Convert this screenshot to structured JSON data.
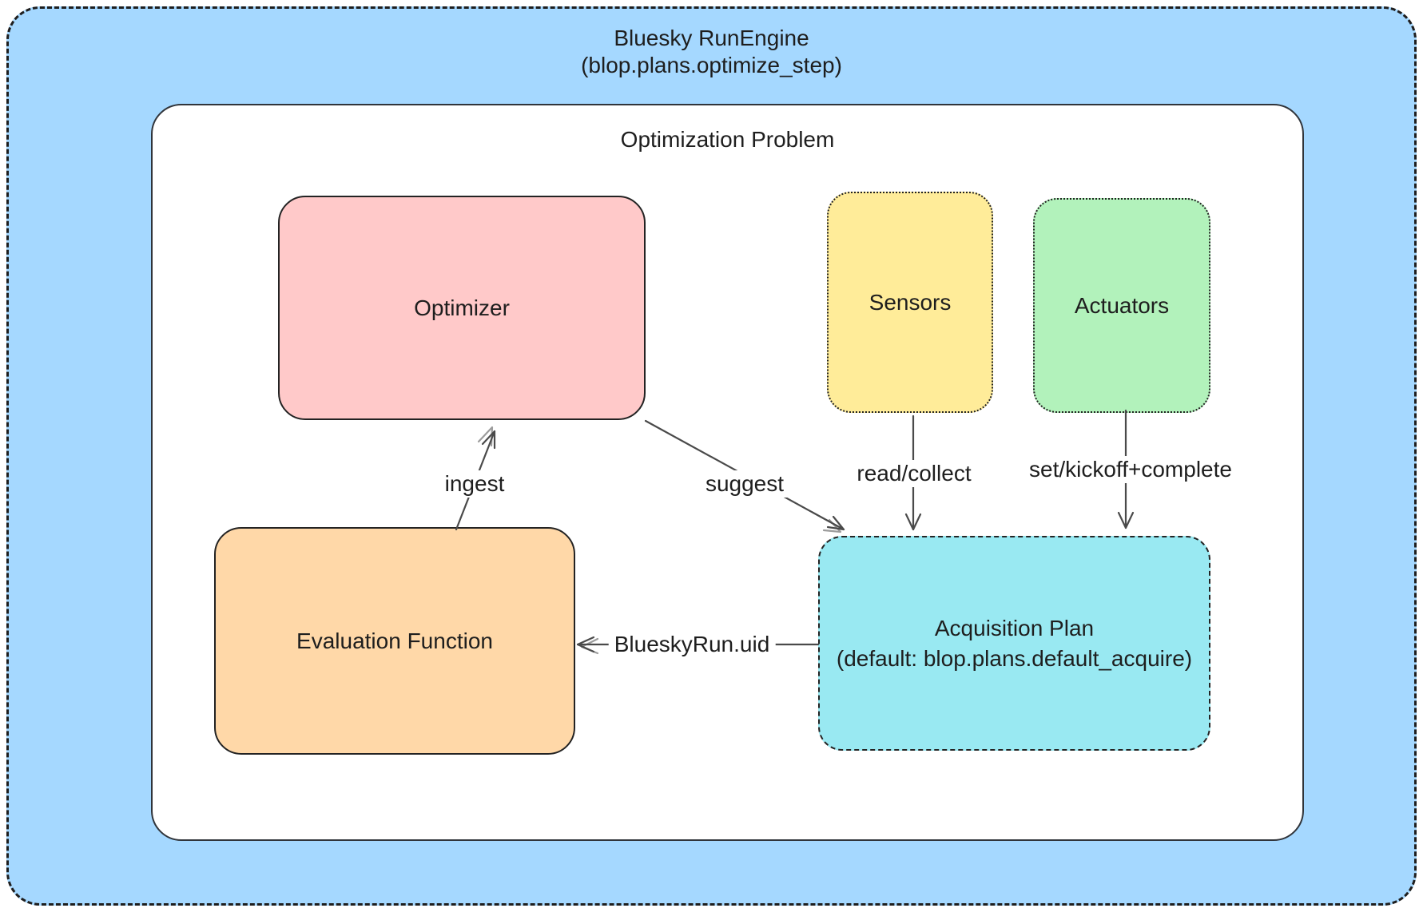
{
  "diagram": {
    "outer_container": {
      "title_line1": "Bluesky RunEngine",
      "title_line2": "(blop.plans.optimize_step)",
      "bg_color": "#a5d8ff",
      "border_style": "dashed"
    },
    "inner_container": {
      "title": "Optimization Problem",
      "bg_color": "#ffffff",
      "border_style": "solid"
    },
    "nodes": {
      "optimizer": {
        "label": "Optimizer",
        "bg_color": "#ffc9c9",
        "border_style": "solid"
      },
      "sensors": {
        "label": "Sensors",
        "bg_color": "#ffec99",
        "border_style": "dotted"
      },
      "actuators": {
        "label": "Actuators",
        "bg_color": "#b2f2bb",
        "border_style": "dotted"
      },
      "evaluation_function": {
        "label": "Evaluation Function",
        "bg_color": "#ffd8a8",
        "border_style": "solid"
      },
      "acquisition_plan": {
        "label_line1": "Acquisition Plan",
        "label_line2": "(default: blop.plans.default_acquire)",
        "bg_color": "#99e9f2",
        "border_style": "dashed"
      }
    },
    "edges": {
      "ingest": {
        "label": "ingest",
        "from": "evaluation_function",
        "to": "optimizer"
      },
      "suggest": {
        "label": "suggest",
        "from": "optimizer",
        "to": "acquisition_plan"
      },
      "read_collect": {
        "label": "read/collect",
        "from": "sensors",
        "to": "acquisition_plan"
      },
      "set_kickoff_complete": {
        "label": "set/kickoff+complete",
        "from": "actuators",
        "to": "acquisition_plan"
      },
      "blueskyrun_uid": {
        "label": "BlueskyRun.uid",
        "from": "acquisition_plan",
        "to": "evaluation_function"
      }
    },
    "arrow_color": "#4a4a4a",
    "text_color": "#1e1e1e"
  }
}
